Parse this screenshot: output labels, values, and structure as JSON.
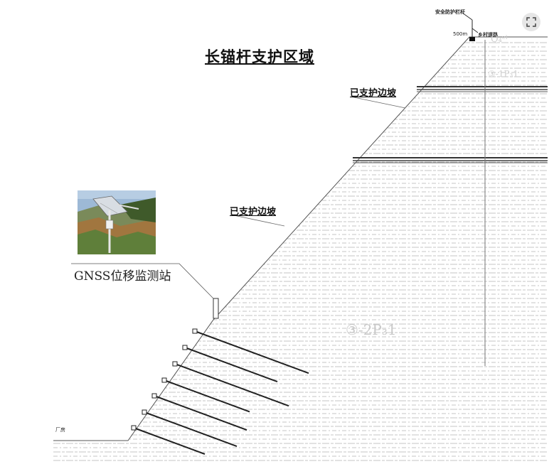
{
  "title": "长锚杆支护区域",
  "slope_label_upper": "已支护边坡",
  "slope_label_lower": "已支护边坡",
  "gnss_label": "GNSS位移监测站",
  "top_annotation": {
    "barrier": "安全防护栏杆",
    "distance": "500m",
    "road": "乡村道路"
  },
  "bottom_left_label": "厂房",
  "geology": {
    "main": "③-2P₃1",
    "top_right": "Q₄ᵉˡ",
    "upper_right": "③-1P₃1"
  },
  "colors": {
    "line": "#222222",
    "hatch": "#8a8a8a",
    "geo_text": "#c9c9c9",
    "sky": "#9db9d6",
    "vegetation": "#5f7f3a"
  },
  "icons": {
    "expand": "expand-arrows-icon"
  }
}
